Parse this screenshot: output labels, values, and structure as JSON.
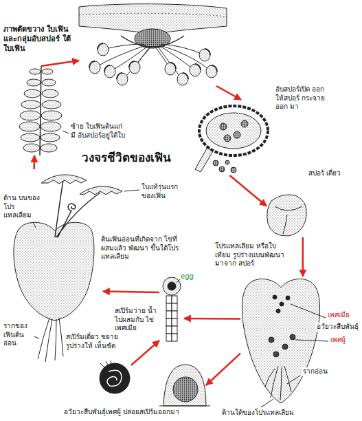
{
  "diagram": {
    "title": "วงจรชีวิตของเฟิน",
    "nodes": [
      {
        "text": [
          "ภาพตัดขวาง ใบเฟินและกลุ่มอับสปอร์ ใต้ใบเฟิน"
        ]
      },
      {
        "text": [
          "อับสปอร์เปิด ออกให้สปอร์ กระจายออก มา"
        ]
      },
      {
        "text": [
          "ซ้าย ใบเฟินต้นแก่ มี อับสปอร์อยู่ใต้ใบ"
        ]
      },
      {
        "text": [
          "สปอร์ เดี่ยว"
        ]
      },
      {
        "text": [
          "ต้นเฟินอ่อนที่เกิดจาก ไข่ที่ผสมแล้ว พัฒนา ขึ้นใต้โปรแทลเลียม"
        ]
      },
      {
        "text": [
          "โปรแทลเลียม หรือใบเทียม รูปร่างแบนพัฒนามาจาก สปอร์"
        ]
      },
      {
        "text": [
          "สเปิร์มว่าย น้ำไปผสมกับ ไข่เพศเมีย"
        ]
      },
      {
        "text": [
          "สเปิร์มเดี่ยว ขยายรูปร่างให้ เห็นชัด"
        ]
      },
      {
        "text": [
          "อวัยวะสืบพันธุ์เพศผู้ ปล่อยสเปิร์มออกมา"
        ]
      }
    ],
    "edges": [
      {
        "from": 2,
        "to": 0,
        "arrow": "to"
      },
      {
        "from": 0,
        "to": 1,
        "arrow": "to"
      },
      {
        "from": 1,
        "to": 3,
        "arrow": "to"
      },
      {
        "from": 3,
        "to": 5,
        "arrow": "to"
      },
      {
        "from": 5,
        "to": 8,
        "arrow": "to"
      },
      {
        "from": 5,
        "to": 6,
        "arrow": "to"
      },
      {
        "from": 7,
        "to": 6,
        "arrow": "to"
      },
      {
        "from": 6,
        "to": 4,
        "arrow": "to"
      },
      {
        "from": 4,
        "to": 2,
        "arrow": "to"
      }
    ],
    "labels": [
      "ใบแท้รุ่นแรก ของเฟิน",
      "ด้าน บนของ โปรแทลเลียม",
      "รากของ เฟินต้น อ่อน",
      "egg",
      "เพศเมีย",
      "อวัยวะสืบพันธุ์",
      "เพศผู้",
      "รากอ่อน",
      "ด้านใต้ของโปรแทลเลียม"
    ]
  }
}
